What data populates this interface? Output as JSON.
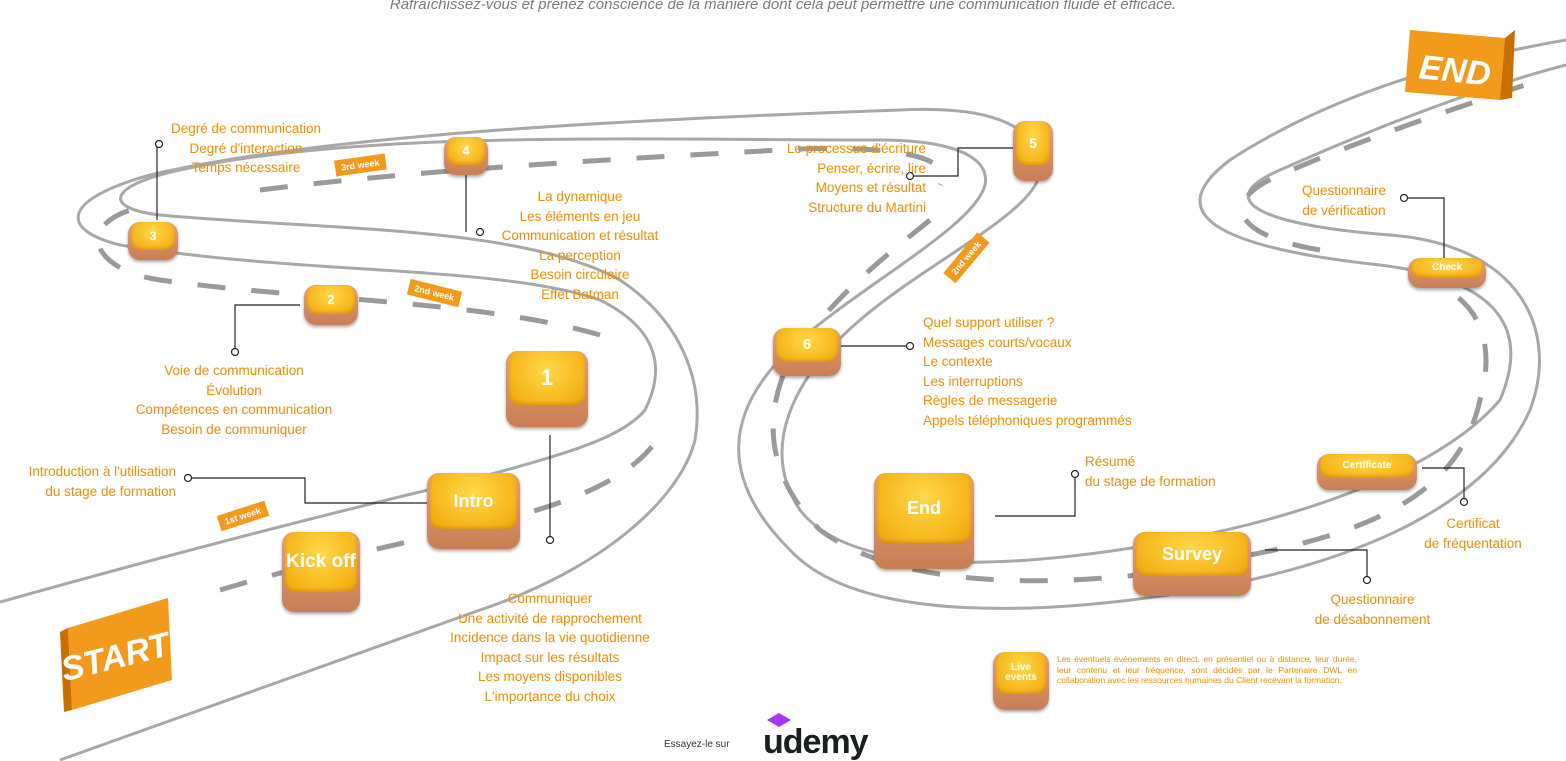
{
  "header": {
    "subtitle": "Rafraîchissez-vous et prenez conscience de la manière dont cela peut permettre une communication fluide et efficace."
  },
  "signs": {
    "start": "START",
    "end": "END"
  },
  "week_tags": {
    "w1": "1st week",
    "w2": "2nd week",
    "w3": "3rd week",
    "w4": "2nd week"
  },
  "keys": {
    "kickoff": "Kick off",
    "intro": "Intro",
    "k1": "1",
    "k2": "2",
    "k3": "3",
    "k4": "4",
    "k5": "5",
    "k6": "6",
    "end": "End",
    "survey": "Survey",
    "certificate": "Certificate",
    "check": "Check",
    "live": "Live events"
  },
  "labels": {
    "intro": [
      "Introduction à l'utilisation",
      "du stage de formation"
    ],
    "k1": [
      "Communiquer",
      "Une activité de rapprochement",
      "Incidence dans la vie quotidienne",
      "Impact sur les résultats",
      "Les moyens disponibles",
      "L'importance du choix"
    ],
    "k2": [
      "Voie de communication",
      "Évolution",
      "Compétences en communication",
      "Besoin de communiquer"
    ],
    "k3": [
      "Degré de communication",
      "Degré d'interaction",
      "Temps nécessaire"
    ],
    "k4": [
      "La dynamique",
      "Les éléments en jeu",
      "Communication et résultat",
      "La perception",
      "Besoin circulaire",
      "Effet Batman"
    ],
    "k5": [
      "Le processus d'écriture",
      "Penser, écrire, lire",
      "Moyens et résultat",
      "Structure du Martini"
    ],
    "k6": [
      "Quel support utiliser ?",
      "Messages courts/vocaux",
      "Le contexte",
      "Les interruptions",
      "Règles de messagerie",
      "Appels téléphoniques programmés"
    ],
    "end": [
      "Résumé",
      "du stage de formation"
    ],
    "check": [
      "Questionnaire",
      "de vérification"
    ],
    "certificate": [
      "Certificat",
      "de fréquentation"
    ],
    "survey": [
      "Questionnaire",
      "de désabonnement"
    ]
  },
  "live_note": "Les éventuels événements en direct, en présentiel ou à distance, leur durée, leur contenu et leur fréquence, sont décidés par le Partenaire DWL en collaboration avec les ressources humaines du Client recevant la formation.",
  "footer": {
    "prefix": "Essayez-le sur",
    "brand": "udemy"
  },
  "colors": {
    "accent": "#f28c00",
    "key": "#f6b51b",
    "road": "#a8a8a8"
  }
}
